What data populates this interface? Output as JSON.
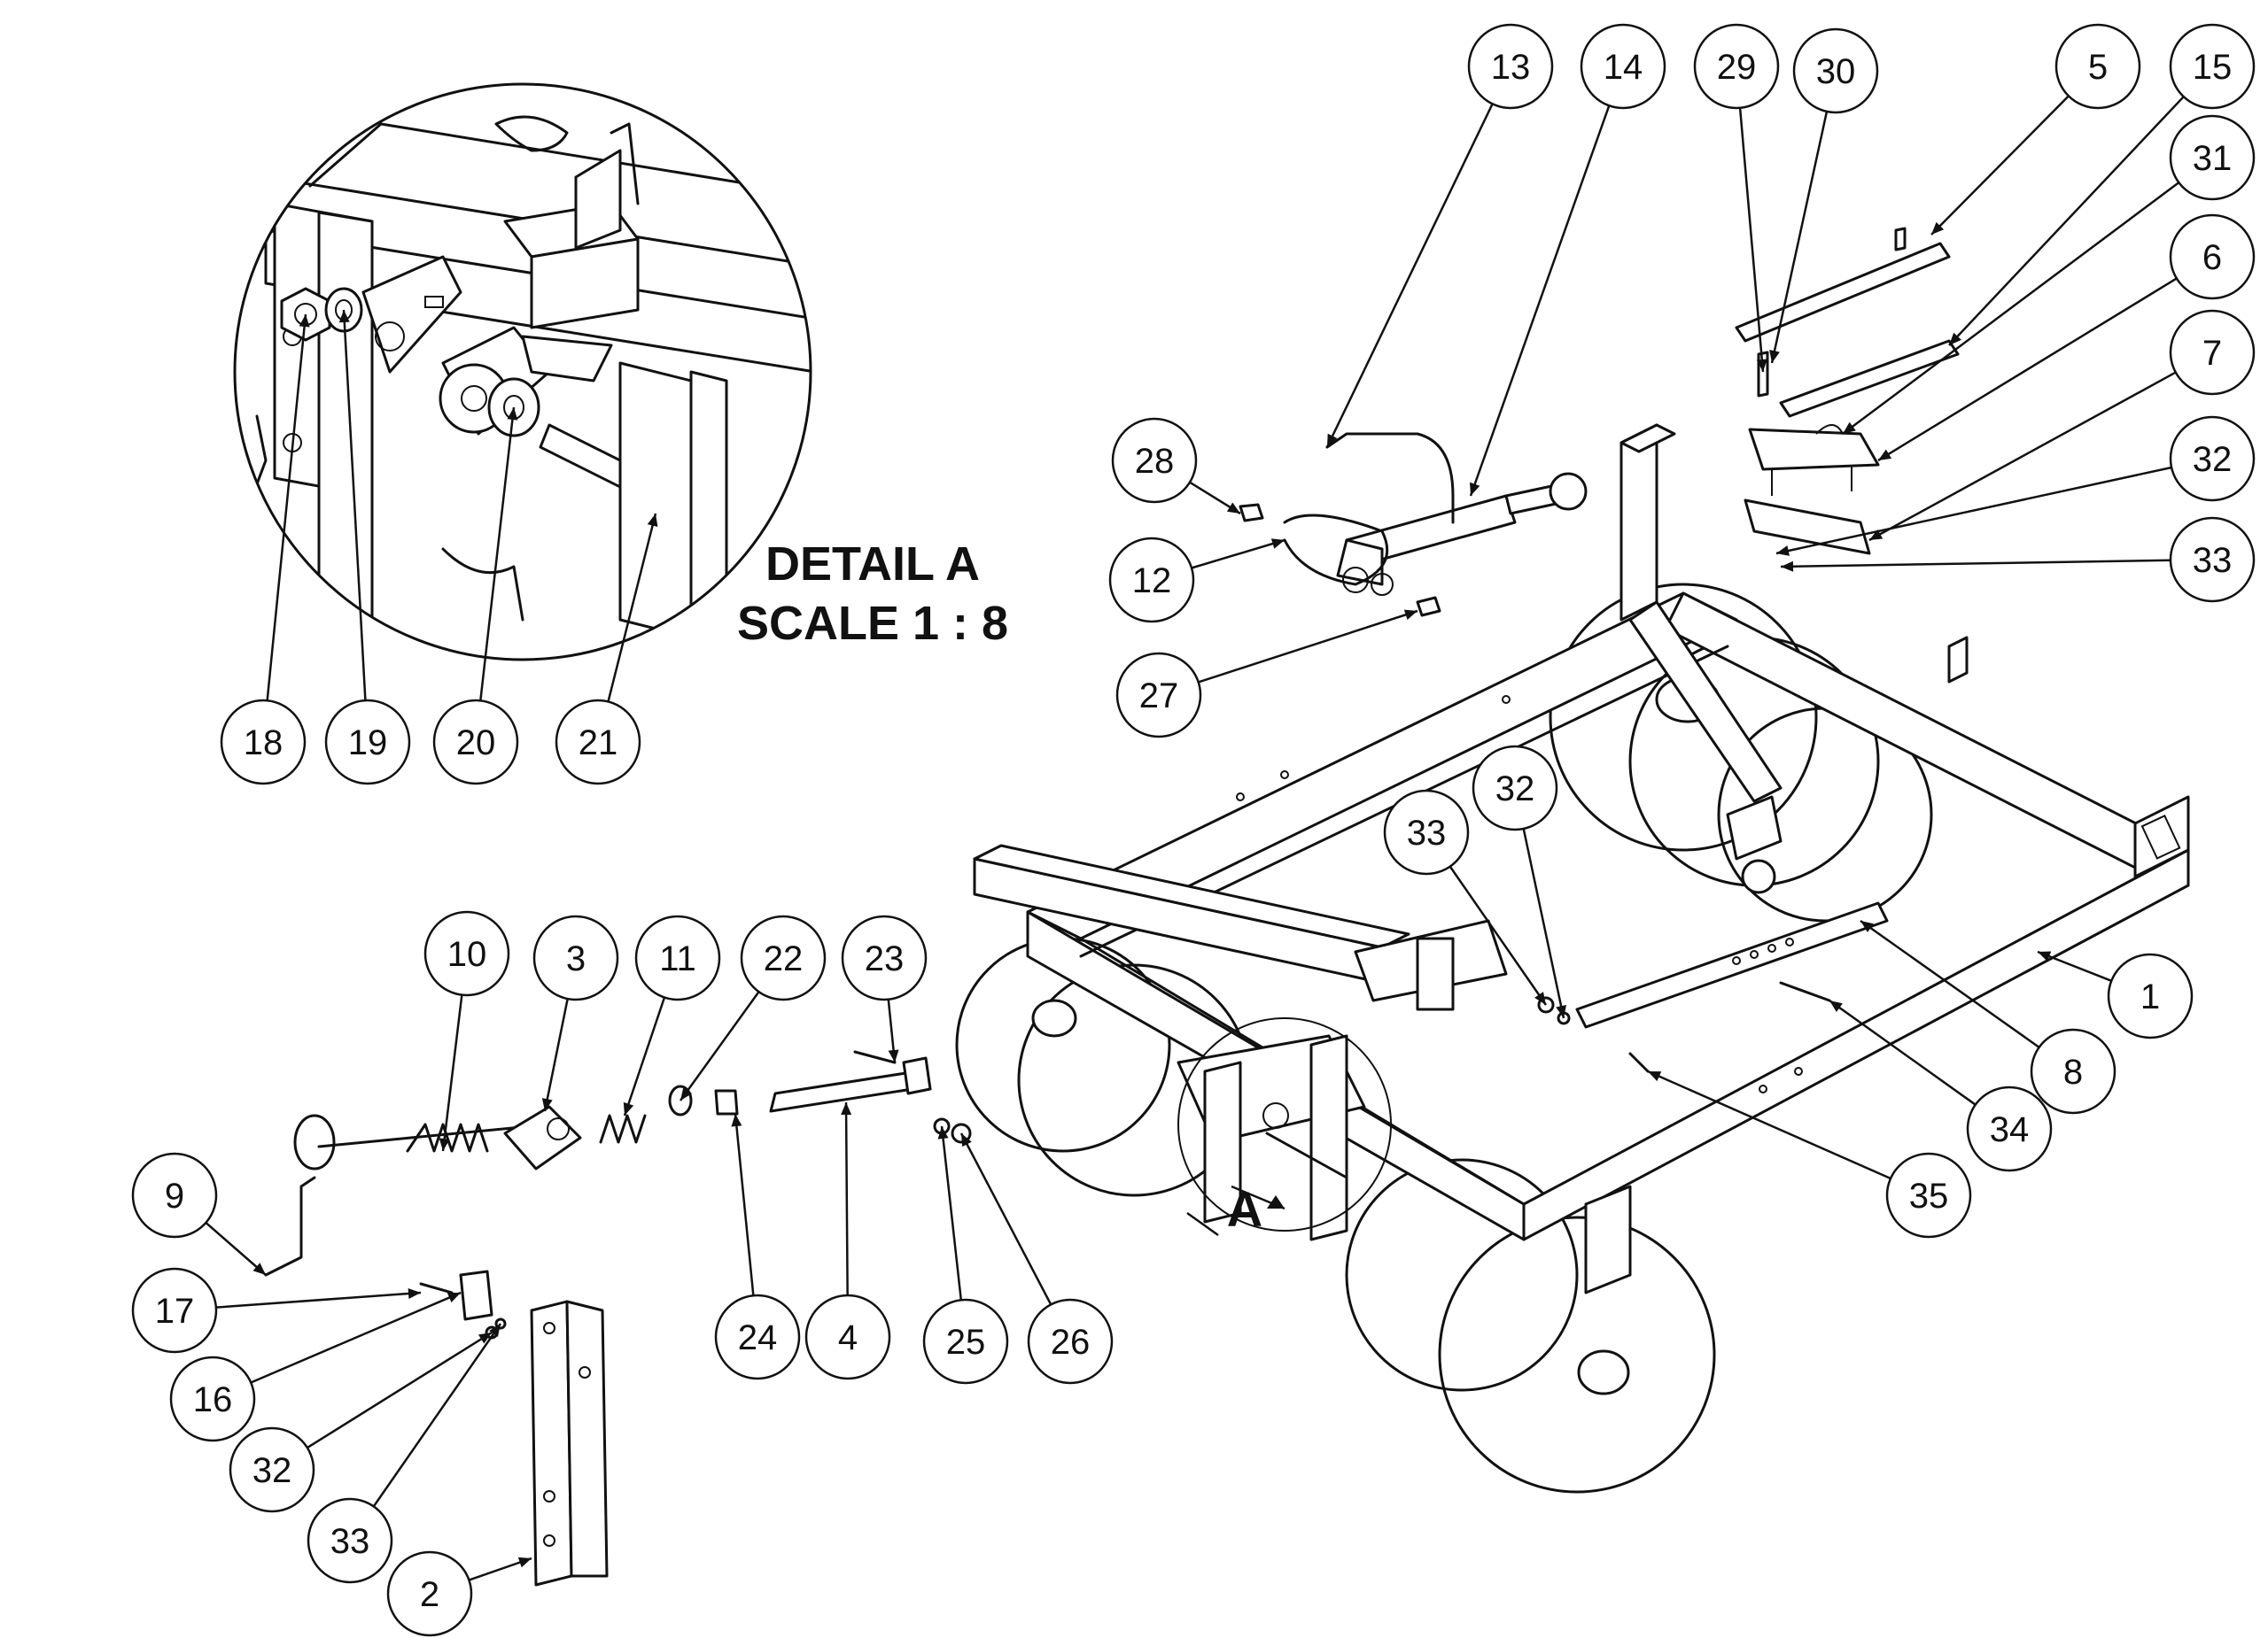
{
  "detail": {
    "title": "DETAIL A",
    "scale": "SCALE 1 : 8",
    "view_letter": "A"
  },
  "callouts": [
    {
      "id": "c13",
      "label": "13"
    },
    {
      "id": "c14",
      "label": "14"
    },
    {
      "id": "c29",
      "label": "29"
    },
    {
      "id": "c30",
      "label": "30"
    },
    {
      "id": "c5",
      "label": "5"
    },
    {
      "id": "c15",
      "label": "15"
    },
    {
      "id": "c31",
      "label": "31"
    },
    {
      "id": "c6",
      "label": "6"
    },
    {
      "id": "c7",
      "label": "7"
    },
    {
      "id": "c32a",
      "label": "32"
    },
    {
      "id": "c33a",
      "label": "33"
    },
    {
      "id": "c28",
      "label": "28"
    },
    {
      "id": "c12",
      "label": "12"
    },
    {
      "id": "c27",
      "label": "27"
    },
    {
      "id": "c18",
      "label": "18"
    },
    {
      "id": "c19",
      "label": "19"
    },
    {
      "id": "c20",
      "label": "20"
    },
    {
      "id": "c21",
      "label": "21"
    },
    {
      "id": "c33b",
      "label": "33"
    },
    {
      "id": "c32b",
      "label": "32"
    },
    {
      "id": "c10",
      "label": "10"
    },
    {
      "id": "c3",
      "label": "3"
    },
    {
      "id": "c11",
      "label": "11"
    },
    {
      "id": "c22",
      "label": "22"
    },
    {
      "id": "c23",
      "label": "23"
    },
    {
      "id": "c1",
      "label": "1"
    },
    {
      "id": "c8",
      "label": "8"
    },
    {
      "id": "c34",
      "label": "34"
    },
    {
      "id": "c35",
      "label": "35"
    },
    {
      "id": "c9",
      "label": "9"
    },
    {
      "id": "c17",
      "label": "17"
    },
    {
      "id": "c16",
      "label": "16"
    },
    {
      "id": "c32c",
      "label": "32"
    },
    {
      "id": "c33c",
      "label": "33"
    },
    {
      "id": "c2",
      "label": "2"
    },
    {
      "id": "c24",
      "label": "24"
    },
    {
      "id": "c4",
      "label": "4"
    },
    {
      "id": "c25",
      "label": "25"
    },
    {
      "id": "c26",
      "label": "26"
    }
  ]
}
